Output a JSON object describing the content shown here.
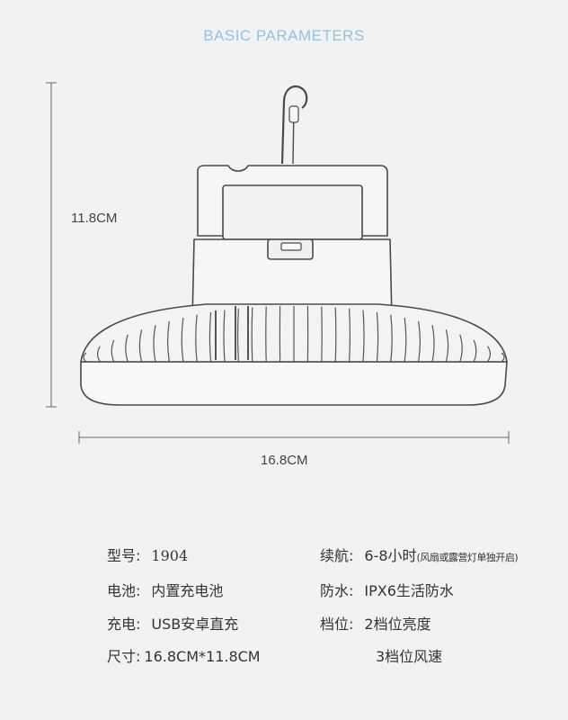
{
  "title": "BASIC PARAMETERS",
  "dimensions": {
    "height": "11.8CM",
    "width": "16.8CM"
  },
  "specs_left": [
    {
      "key": "型号:",
      "value": "1904"
    },
    {
      "key": "电池:",
      "value": "内置充电池"
    },
    {
      "key": "充电:",
      "value": "USB安卓直充"
    },
    {
      "key": "尺寸:",
      "value": "16.8CM*11.8CM"
    }
  ],
  "specs_right": [
    {
      "key": "续航:",
      "value": "6-8小时",
      "note": "(风扇或露营灯单独开启)"
    },
    {
      "key": "防水:",
      "value": "IPX6生活防水"
    },
    {
      "key": "档位:",
      "value": "2档位亮度"
    },
    {
      "key": "",
      "value": "3档位风速"
    }
  ]
}
